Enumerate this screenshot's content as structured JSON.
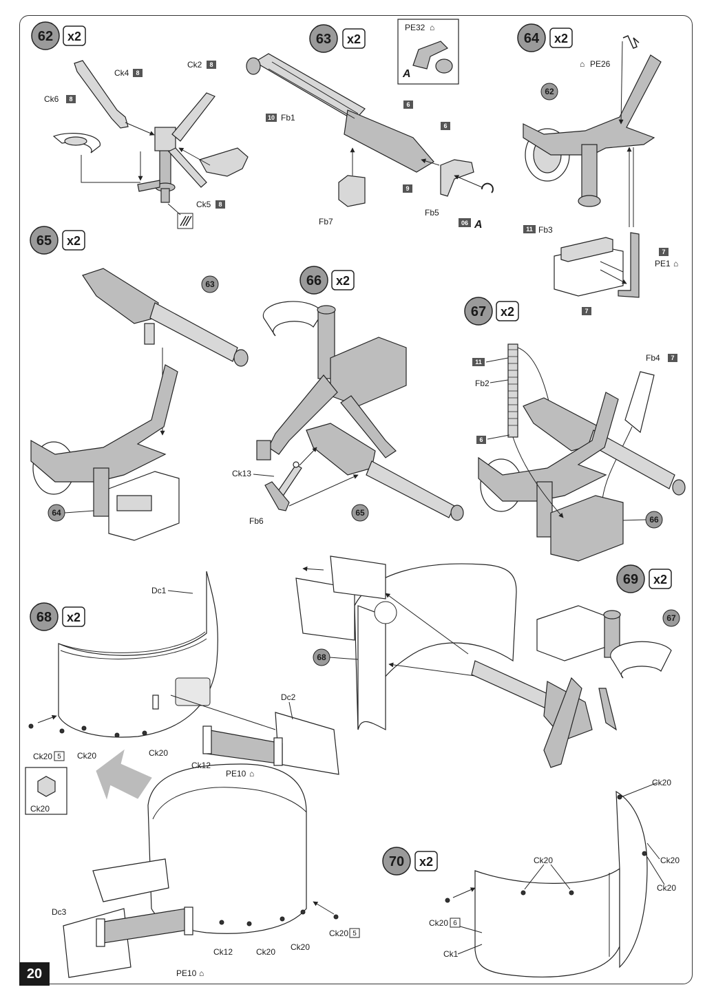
{
  "page_number": "20",
  "multiplier": "x2",
  "pe_symbol": "⌂",
  "steps": [
    {
      "id": "62",
      "num": "62"
    },
    {
      "id": "63",
      "num": "63"
    },
    {
      "id": "64",
      "num": "64"
    },
    {
      "id": "65",
      "num": "65"
    },
    {
      "id": "66",
      "num": "66"
    },
    {
      "id": "67",
      "num": "67"
    },
    {
      "id": "68",
      "num": "68"
    },
    {
      "id": "69",
      "num": "69"
    },
    {
      "id": "70",
      "num": "70"
    }
  ],
  "step62": {
    "labels": {
      "ck4": "Ck4",
      "ck2": "Ck2",
      "ck6": "Ck6",
      "ck5": "Ck5"
    },
    "codes": {
      "ck4": "8",
      "ck2": "8",
      "ck6": "8",
      "ck5": "8"
    }
  },
  "step63": {
    "labels": {
      "fb1": "Fb1",
      "fb7": "Fb7",
      "fb5": "Fb5",
      "pe32": "PE32",
      "a1": "A",
      "a2": "A"
    },
    "codes": {
      "fb1": "10",
      "c6a": "6",
      "c6b": "6",
      "c9": "9",
      "c06": "06"
    }
  },
  "step64": {
    "labels": {
      "pe26": "PE26",
      "fb3": "Fb3",
      "pe1": "PE1",
      "ref62": "62"
    },
    "codes": {
      "fb3": "11",
      "c7a": "7",
      "c7b": "7"
    }
  },
  "step65": {
    "labels": {
      "ref63": "63",
      "ref64": "64"
    }
  },
  "step66": {
    "labels": {
      "ck13": "Ck13",
      "fb6": "Fb6",
      "ref65": "65"
    }
  },
  "step67": {
    "labels": {
      "fb2": "Fb2",
      "fb4": "Fb4",
      "ref66": "66"
    },
    "codes": {
      "c11": "11",
      "c6": "6",
      "fb4": "7"
    }
  },
  "step68": {
    "labels": {
      "dc1": "Dc1",
      "dc2": "Dc2",
      "dc3": "Dc3",
      "ck20x5a": "Ck20",
      "x5a": "5",
      "ck20a": "Ck20",
      "ck20b": "Ck20",
      "ck12a": "Ck12",
      "pe10a": "PE10",
      "ck20box": "Ck20",
      "ck12b": "Ck12",
      "ck20c": "Ck20",
      "ck20d": "Ck20",
      "ck20x5b": "Ck20",
      "x5b": "5",
      "pe10b": "PE10"
    }
  },
  "step69": {
    "labels": {
      "ref68": "68",
      "ref67": "67"
    }
  },
  "step70": {
    "labels": {
      "ck20top": "Ck20",
      "ck20r1": "Ck20",
      "ck20r2": "Ck20",
      "ck20mid": "Ck20",
      "ck20x6": "Ck20",
      "x6": "6",
      "ck1": "Ck1"
    }
  }
}
